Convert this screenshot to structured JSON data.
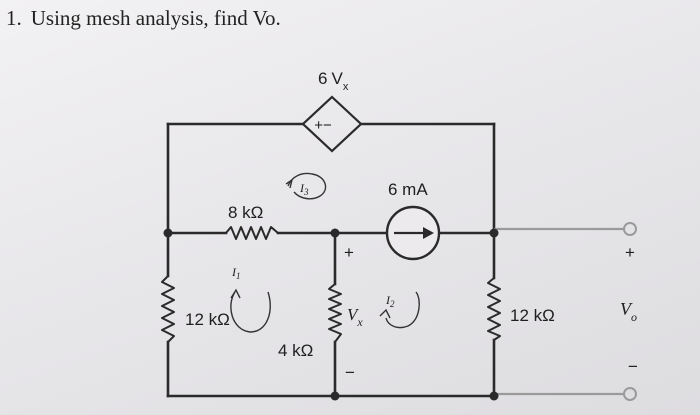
{
  "problem": {
    "number": "1.",
    "text": "Using mesh analysis, find Vo."
  },
  "circuit": {
    "dependent_source": {
      "gain": "6",
      "variable": "V",
      "subscript": "x",
      "polarity": "+−"
    },
    "current_source": {
      "value": "6 mA"
    },
    "resistors": {
      "r_top": "8 kΩ",
      "r_left": "12 kΩ",
      "r_middle": "4 kΩ",
      "r_right": "12 kΩ"
    },
    "vx_label": {
      "plus": "+",
      "variable": "V",
      "subscript": "x",
      "minus": "−"
    },
    "output": {
      "plus": "+",
      "variable": "V",
      "subscript": "o",
      "minus": "−"
    },
    "mesh_currents": {
      "i1": {
        "letter": "I",
        "index": "1"
      },
      "i2": {
        "letter": "I",
        "index": "2"
      },
      "i3": {
        "letter": "I",
        "index": "3"
      }
    }
  },
  "colors": {
    "ink": "#2a2a2a",
    "output_wire": "#9a9a9a",
    "paper": "#eceaed"
  }
}
